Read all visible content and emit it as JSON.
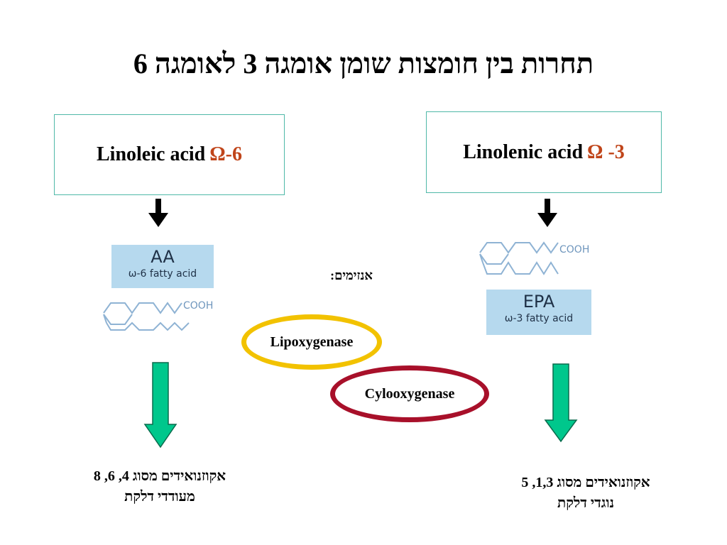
{
  "title": "תחרות בין חומצות שומן אומגה 3 לאומגה 6",
  "left": {
    "acid_name": "Linoleic acid",
    "omega": "Ω-6",
    "tag_title": "AA",
    "tag_subtitle": "ω-6 fatty acid",
    "cooh": "COOH",
    "result_line1": "אקוזנואידים מסוג 4, 6, 8",
    "result_line2": "מעודדי דלקת"
  },
  "right": {
    "acid_name": "Linolenic acid",
    "omega": "Ω -3",
    "tag_title": "EPA",
    "tag_subtitle": "ω-3 fatty acid",
    "cooh": "COOH",
    "result_line1": "אקוזנואידים מסוג 1,3, 5",
    "result_line2": "נוגדי דלקת"
  },
  "enzymes": {
    "label": "אנזימים:",
    "lipoxygenase": "Lipoxygenase",
    "cyclooxygenase": "Cylooxygenase"
  },
  "colors": {
    "box_border": "#4fb8a8",
    "omega_text": "#c0451a",
    "tag_bg": "#b6d9ee",
    "molecule_stroke": "#8fb3d4",
    "green_arrow": "#00c78c",
    "lipoxygenase_ring": "#f2c200",
    "cyclooxygenase_ring": "#a8102a"
  }
}
